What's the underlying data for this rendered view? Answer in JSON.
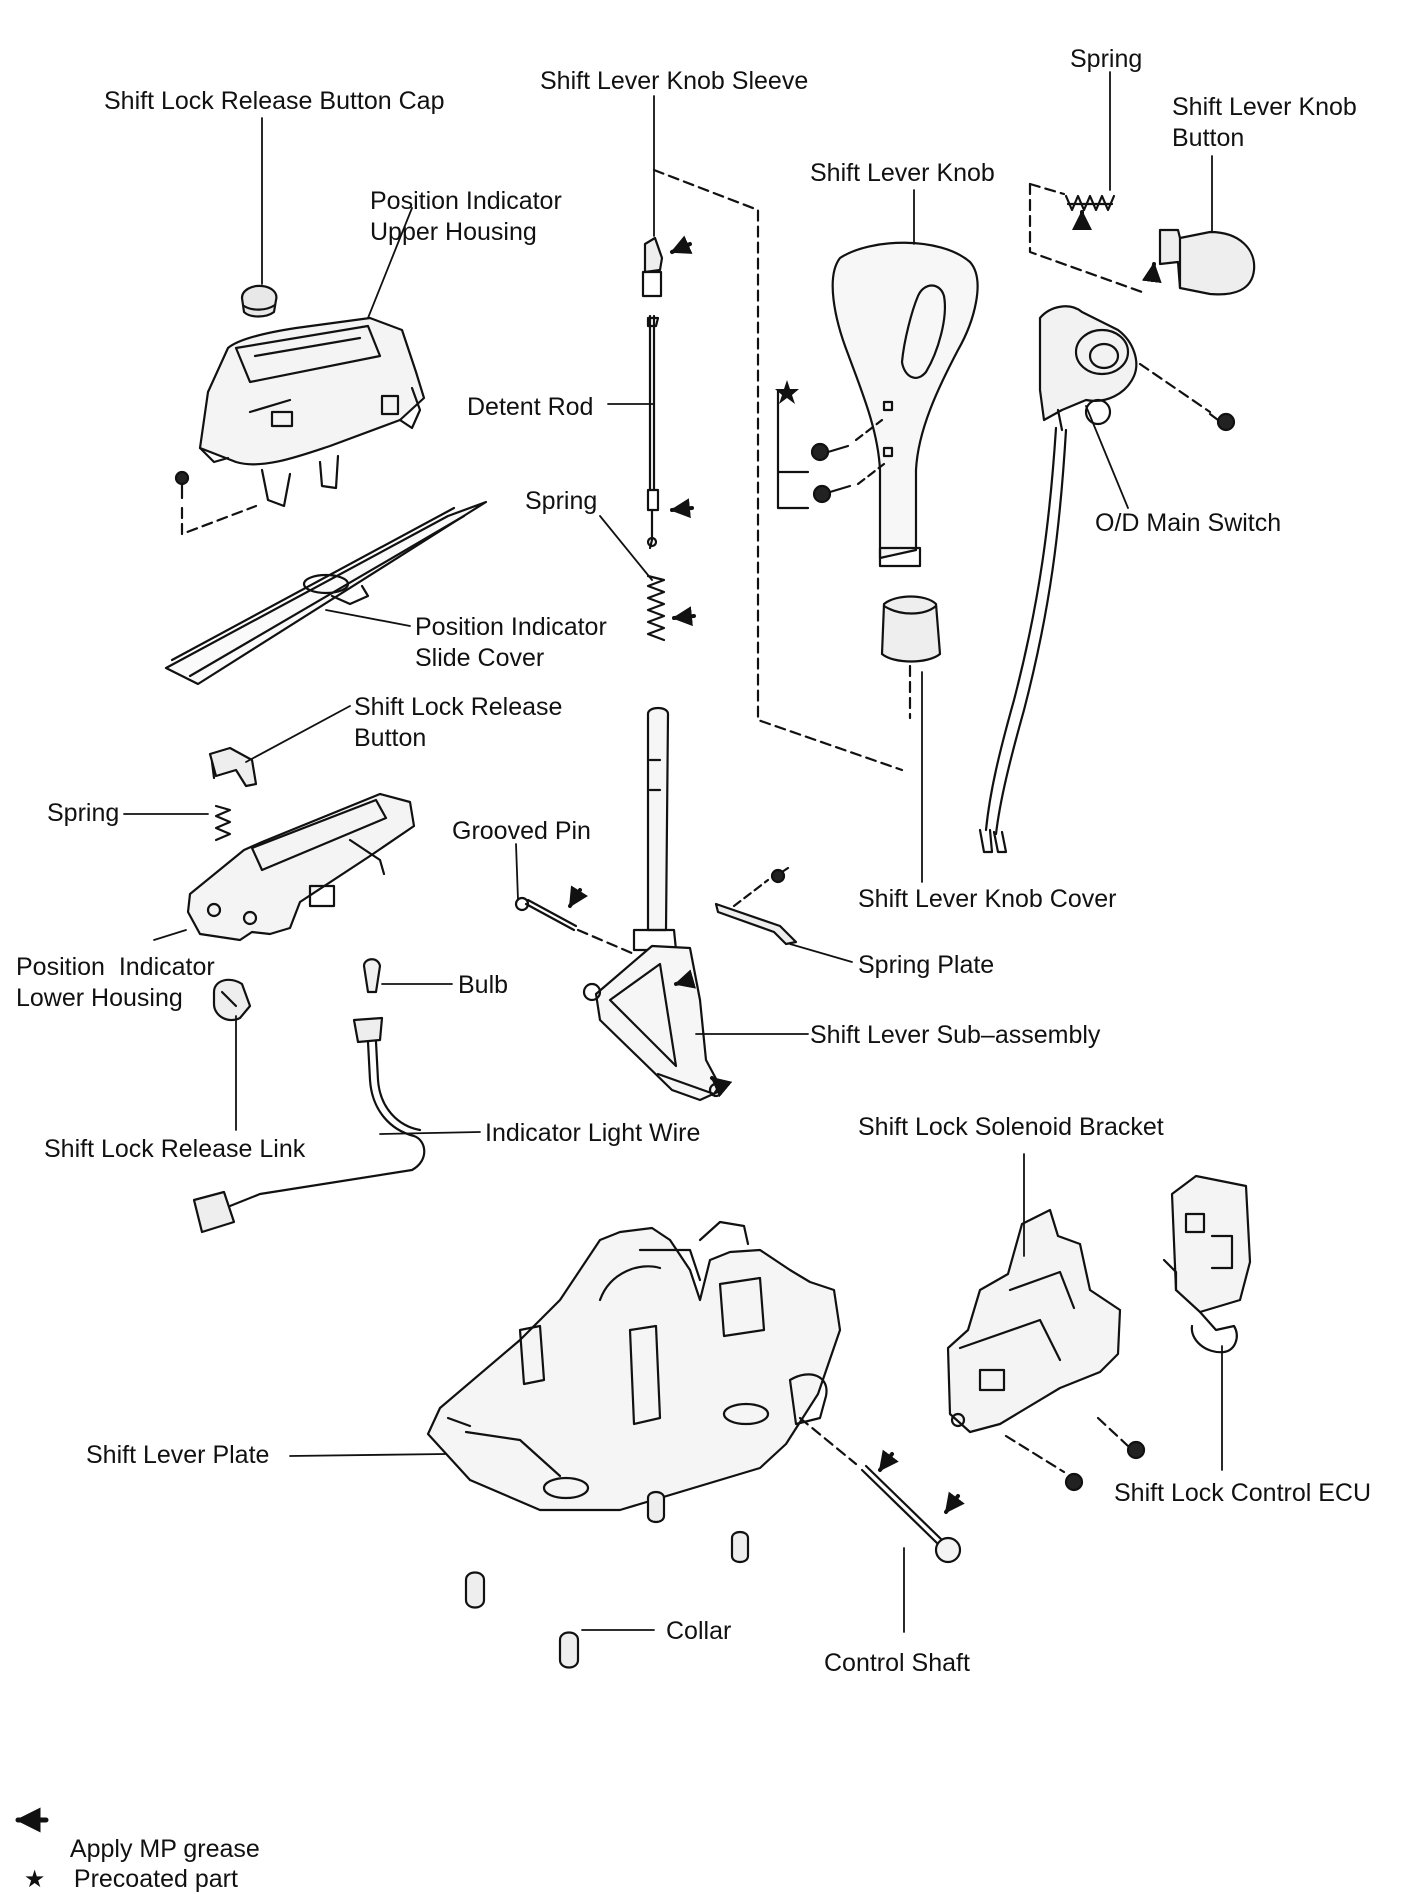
{
  "labels": {
    "shift_lock_release_button_cap": "Shift Lock Release Button Cap",
    "shift_lever_knob_sleeve": "Shift Lever Knob Sleeve",
    "spring_top": "Spring",
    "shift_lever_knob_button": "Shift Lever Knob\nButton",
    "shift_lever_knob": "Shift Lever Knob",
    "position_indicator_upper_housing": "Position Indicator\nUpper Housing",
    "detent_rod": "Detent Rod",
    "spring_mid": "Spring",
    "o_d_main_switch": "O/D Main Switch",
    "position_indicator_slide_cover": "Position Indicator\nSlide Cover",
    "shift_lock_release_button": "Shift Lock Release\nButton",
    "spring_left": "Spring",
    "grooved_pin": "Grooved Pin",
    "shift_lever_knob_cover": "Shift Lever Knob Cover",
    "position_indicator_lower_housing": "Position  Indicator\nLower Housing",
    "bulb": "Bulb",
    "spring_plate": "Spring Plate",
    "shift_lever_sub_assembly": "Shift Lever Sub–assembly",
    "shift_lock_release_link": "Shift Lock Release Link",
    "indicator_light_wire": "Indicator Light Wire",
    "shift_lock_solenoid_bracket": "Shift Lock Solenoid Bracket",
    "shift_lever_plate": "Shift Lever Plate",
    "shift_lock_control_ecu": "Shift Lock Control ECU",
    "collar": "Collar",
    "control_shaft": "Control Shaft"
  },
  "legend": {
    "grease": "Apply MP grease",
    "precoated": "Precoated part",
    "precoated_symbol": "★"
  },
  "colors": {
    "ink": "#111111",
    "background": "#ffffff"
  }
}
